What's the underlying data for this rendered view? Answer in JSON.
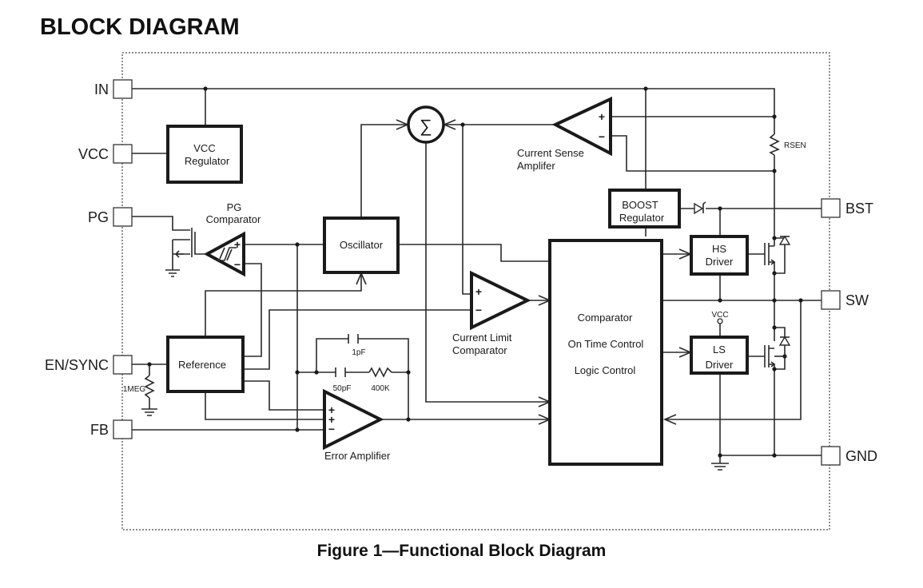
{
  "page": {
    "heading": "BLOCK DIAGRAM",
    "caption": "Figure 1—Functional Block Diagram"
  },
  "pins": {
    "in": "IN",
    "vcc": "VCC",
    "pg": "PG",
    "en_sync": "EN/SYNC",
    "fb": "FB",
    "bst": "BST",
    "sw": "SW",
    "gnd": "GND"
  },
  "blocks": {
    "vcc_regulator": [
      "VCC",
      "Regulator"
    ],
    "oscillator": "Oscillator",
    "reference": "Reference",
    "boost_regulator": [
      "BOOST",
      "Regulator"
    ],
    "hs_driver": [
      "HS",
      "Driver"
    ],
    "ls_driver": [
      "LS",
      "Driver"
    ],
    "control": [
      "Comparator",
      "On Time Control",
      "Logic Control"
    ]
  },
  "amplifiers": {
    "pg_comparator": [
      "PG",
      "Comparator"
    ],
    "current_sense": [
      "Current Sense",
      "Amplifer"
    ],
    "current_limit": [
      "Current Limit",
      "Comparator"
    ],
    "error_amplifier": "Error Amplifier",
    "summing_junction_symbol": "∑"
  },
  "components": {
    "rsen": "RSEN",
    "pulldown_resistor": "1MEG",
    "cap_1": "1pF",
    "cap_2": "50pF",
    "resistor_comp": "400K",
    "ls_vcc": "VCC"
  },
  "signs": {
    "plus": "+",
    "minus": "−"
  }
}
